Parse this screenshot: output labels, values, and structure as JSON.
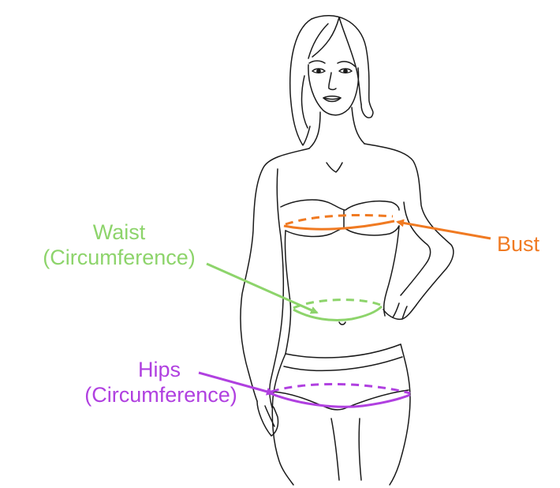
{
  "measurements": {
    "bust": {
      "label": "Bust",
      "color": "#F07A22"
    },
    "waist": {
      "label": "Waist",
      "sublabel": "(Circumference)",
      "color": "#8DD46B"
    },
    "hips": {
      "label": "Hips",
      "sublabel": "(Circumference)",
      "color": "#B040E0"
    }
  },
  "figure": {
    "line_color": "#1a1a1a"
  }
}
